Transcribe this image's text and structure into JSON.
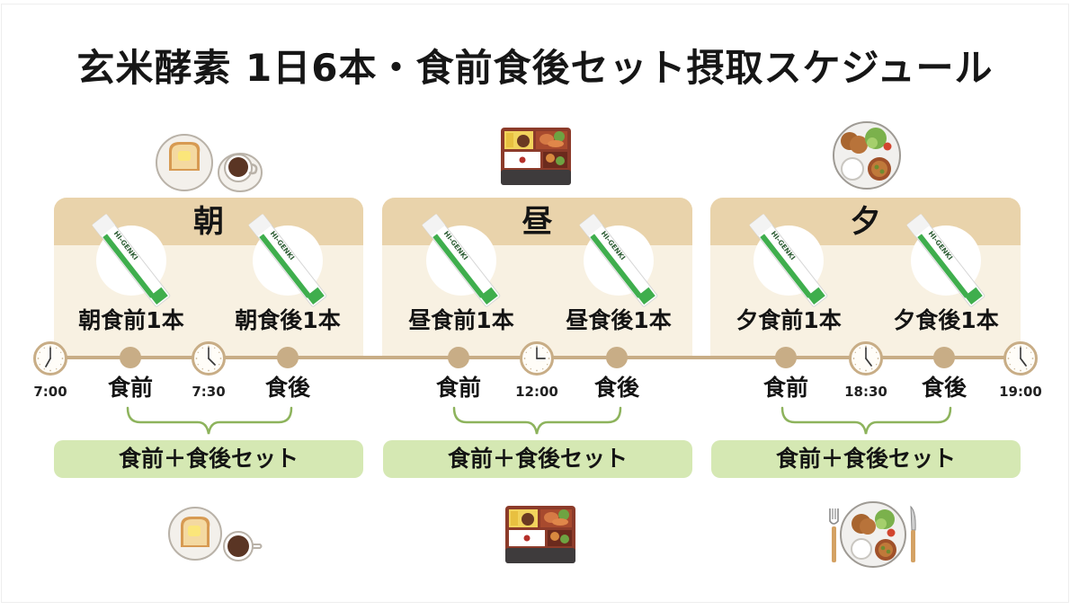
{
  "title": "玄米酵素 1日6本・食前食後セット摂取スケジュール",
  "product": {
    "name": "HI-GENKI"
  },
  "panels": [
    {
      "label": "朝",
      "items": [
        {
          "label": "朝食前1本"
        },
        {
          "label": "朝食後1本"
        }
      ],
      "timing": [
        "食前",
        "食後"
      ],
      "set_label": "食前＋食後セット",
      "top_icon": "toast-coffee-icon",
      "bottom_icon": "toast-coffee-icon"
    },
    {
      "label": "昼",
      "items": [
        {
          "label": "昼食前1本"
        },
        {
          "label": "昼食後1本"
        }
      ],
      "timing": [
        "食前",
        "食後"
      ],
      "set_label": "食前＋食後セット",
      "top_icon": "bento-box-icon",
      "bottom_icon": "bento-box-icon"
    },
    {
      "label": "夕",
      "items": [
        {
          "label": "夕食前1本"
        },
        {
          "label": "夕食後1本"
        }
      ],
      "timing": [
        "食前",
        "食後"
      ],
      "set_label": "食前＋食後セット",
      "top_icon": "dinner-plate-icon",
      "bottom_icon": "dinner-plate-cutlery-icon"
    }
  ],
  "timeline": {
    "times": [
      "7:00",
      "7:30",
      "12:00",
      "18:30",
      "19:00"
    ]
  },
  "colors": {
    "panel_header": "#e9d3ab",
    "panel_body": "#f8f1e2",
    "timeline": "#c8ad86",
    "set_pill": "#d5e8b3",
    "bracket": "#8db35c",
    "product_green": "#3fae4d"
  }
}
